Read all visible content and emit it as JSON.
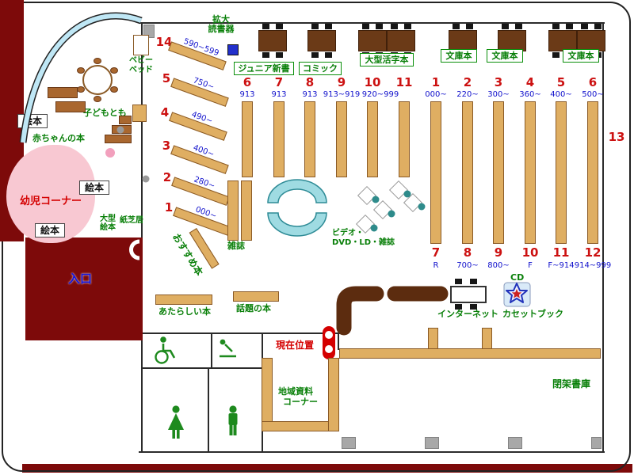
{
  "labels": {
    "magnifier_l1": "拡大",
    "magnifier_l2": "読書器",
    "genres": [
      "ジュニア新書",
      "コミック",
      "大型活字本",
      "文庫本",
      "文庫本",
      "文庫本"
    ],
    "entrance": "入口",
    "infant_corner": "幼児コーナー",
    "picture_books": [
      "絵本",
      "絵本",
      "絵本"
    ],
    "baby_books": "赤ちゃんの本",
    "children_room": "子どもとも",
    "baby_bed_l1": "ベビー",
    "baby_bed_l2": "ベッド",
    "large_picture_l1": "大型",
    "large_picture_l2": "絵本",
    "kamishibai": "紙芝居",
    "recommended": "おすすめ本",
    "magazines": "雑誌",
    "video_l1": "ビデオ・",
    "video_l2": "DVD・LD・雑誌",
    "new_books": "あたらしい本",
    "topic_books": "話題の本",
    "current_location": "現在位置",
    "internet": "インターネット",
    "cd": "CD",
    "cassette_book": "カセットブック",
    "local_docs_l1": "地域資料",
    "local_docs_l2": "コーナー",
    "closed_stacks": "閉架書庫",
    "wall_shelf_no": "13"
  },
  "shelves": {
    "diagonal": [
      {
        "no": "14",
        "range": "590~599"
      },
      {
        "no": "5",
        "range": "750~"
      },
      {
        "no": "4",
        "range": "490~"
      },
      {
        "no": "3",
        "range": "400~"
      },
      {
        "no": "2",
        "range": "280~"
      },
      {
        "no": "1",
        "range": "000~"
      }
    ],
    "mid_top": [
      {
        "no": "6",
        "range": "913"
      },
      {
        "no": "7",
        "range": "913"
      },
      {
        "no": "8",
        "range": "913"
      },
      {
        "no": "9",
        "range": "913~919"
      },
      {
        "no": "10",
        "range": "920~999"
      },
      {
        "no": "11",
        "range": ""
      }
    ],
    "right_top": [
      {
        "no": "1",
        "range": "000~"
      },
      {
        "no": "2",
        "range": "220~"
      },
      {
        "no": "3",
        "range": "300~"
      },
      {
        "no": "4",
        "range": "360~"
      },
      {
        "no": "5",
        "range": "400~"
      },
      {
        "no": "6",
        "range": "500~"
      }
    ],
    "right_bottom": [
      {
        "no": "7",
        "range": "R"
      },
      {
        "no": "8",
        "range": "700~"
      },
      {
        "no": "9",
        "range": "800~"
      },
      {
        "no": "10",
        "range": "F"
      },
      {
        "no": "11",
        "range": "F~914"
      },
      {
        "no": "12",
        "range": "914~999"
      }
    ]
  },
  "colors": {
    "maroon": "#7d0a0a",
    "shelf": "#dfae62",
    "table_brown": "#6b3a17",
    "pink": "#f8c8d2",
    "green": "#087f08",
    "red": "#cc1111",
    "blue": "#1111cc",
    "glass": "#bfe7f5",
    "cyan_display": "#9fdbe2"
  }
}
